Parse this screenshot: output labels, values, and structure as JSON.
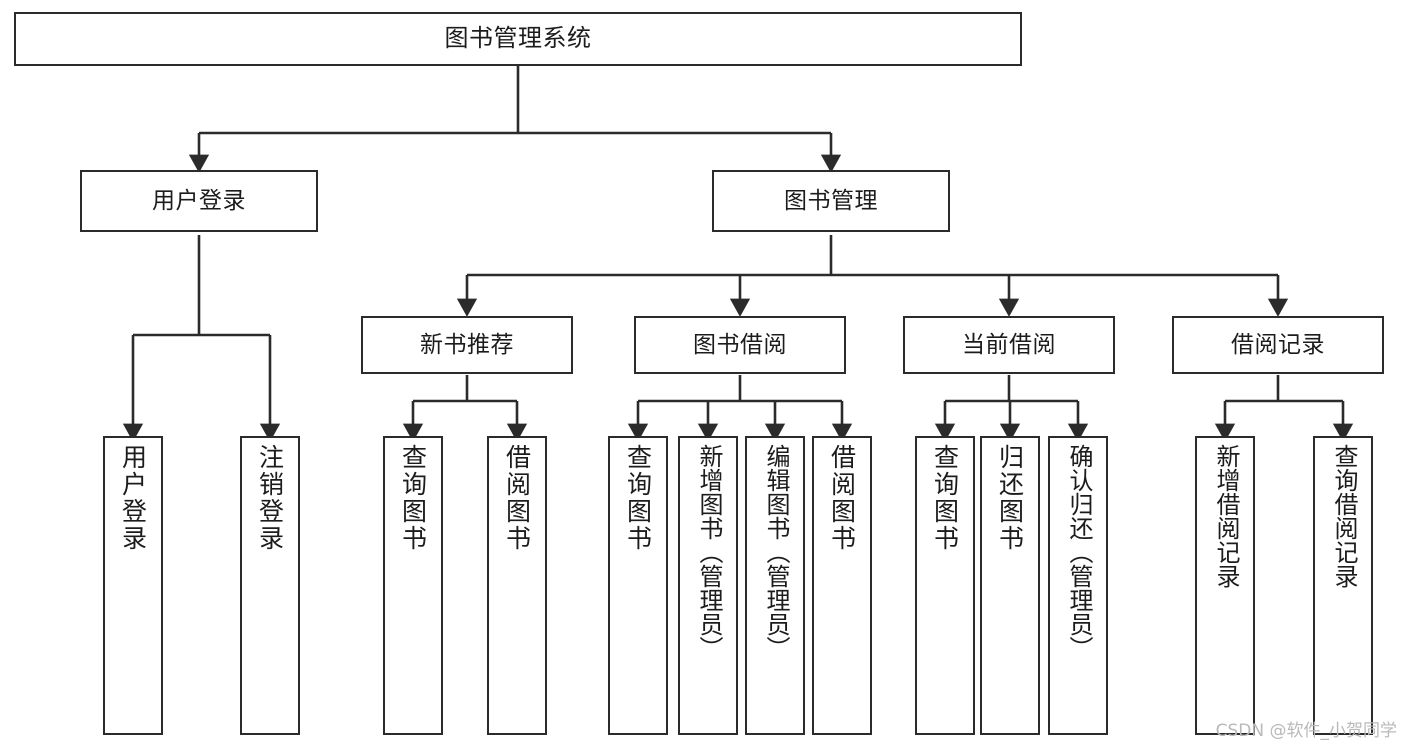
{
  "diagram": {
    "title": "图书管理系统",
    "type": "tree",
    "watermark": "CSDN @软件_小贺同学",
    "colors": {
      "border": "#2b2b2b",
      "background": "#ffffff",
      "text": "#1c1c1c",
      "edge": "#2b2b2b",
      "watermark": "#b9b9b9"
    },
    "nodes": {
      "root": {
        "label": "图书管理系统"
      },
      "level2": [
        {
          "label": "用户登录"
        },
        {
          "label": "图书管理"
        }
      ],
      "level3": [
        {
          "label": "新书推荐"
        },
        {
          "label": "图书借阅"
        },
        {
          "label": "当前借阅"
        },
        {
          "label": "借阅记录"
        }
      ],
      "leaves": {
        "user_login": [
          {
            "label": "用户登录"
          },
          {
            "label": "注销登录"
          }
        ],
        "new_book_recommend": [
          {
            "label": "查询图书"
          },
          {
            "label": "借阅图书"
          }
        ],
        "book_borrow": [
          {
            "label": "查询图书"
          },
          {
            "label": "新增图书（管理员）"
          },
          {
            "label": "编辑图书（管理员）"
          },
          {
            "label": "借阅图书"
          }
        ],
        "current_borrow": [
          {
            "label": "查询图书"
          },
          {
            "label": "归还图书"
          },
          {
            "label": "确认归还（管理员）"
          }
        ],
        "borrow_record": [
          {
            "label": "新增借阅记录"
          },
          {
            "label": "查询借阅记录"
          }
        ]
      }
    }
  }
}
